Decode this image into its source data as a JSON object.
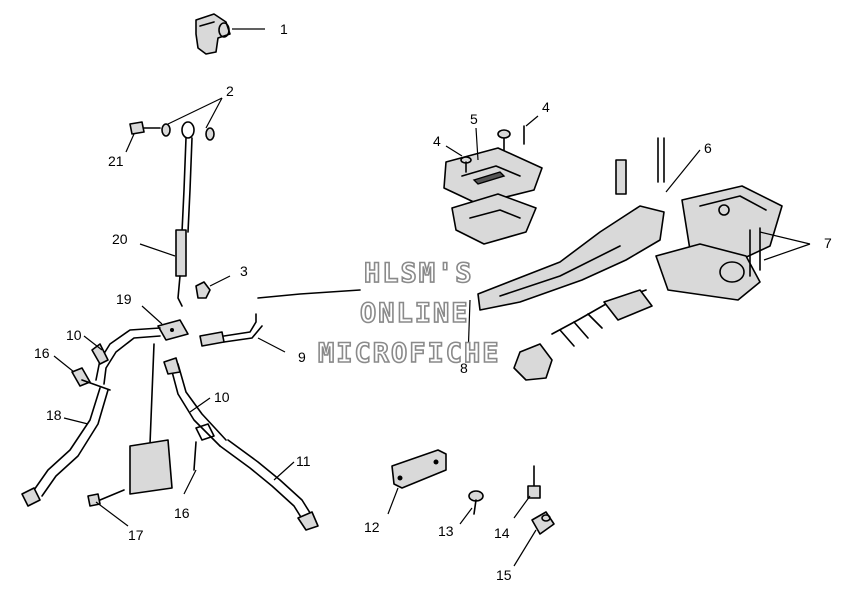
{
  "watermark": {
    "line1": "HLSM'S",
    "line2": "ONLINE",
    "line3": "MICROFICHE"
  },
  "callouts": [
    "1",
    "2",
    "3",
    "4",
    "4",
    "5",
    "6",
    "7",
    "8",
    "9",
    "10",
    "10",
    "11",
    "12",
    "13",
    "14",
    "15",
    "16",
    "16",
    "17",
    "18",
    "19",
    "20",
    "21"
  ]
}
